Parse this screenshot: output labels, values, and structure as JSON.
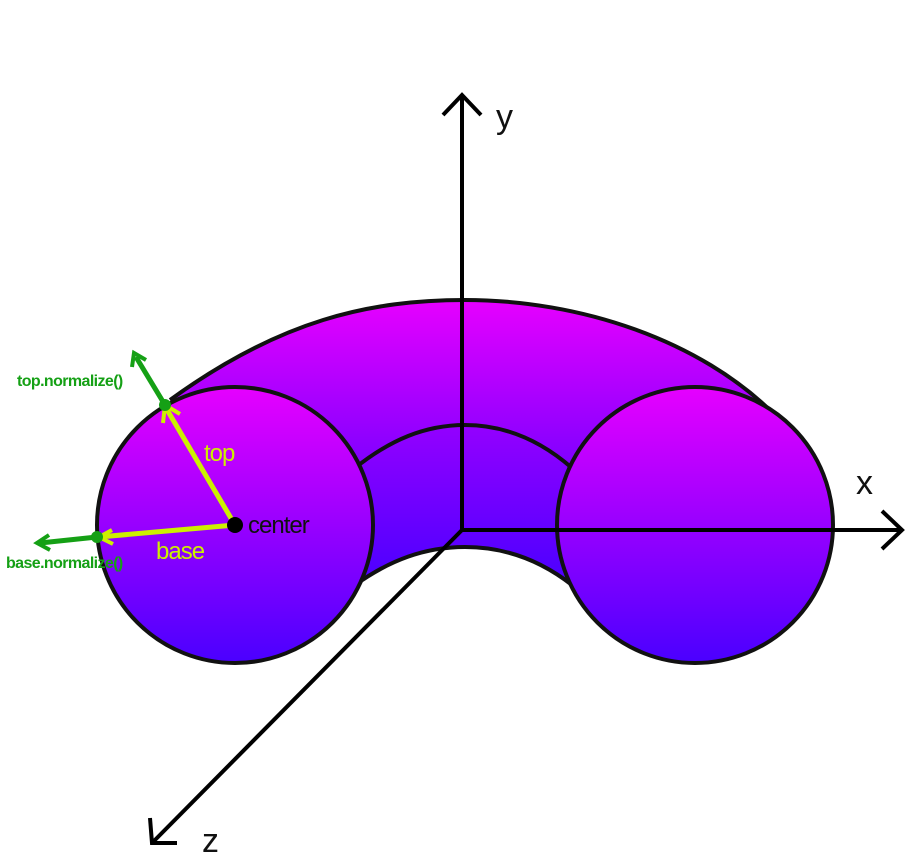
{
  "axes": {
    "x_label": "x",
    "y_label": "y",
    "z_label": "z"
  },
  "vectors": {
    "top_label": "top",
    "base_label": "base",
    "top_normalized_label": "top.normalize()",
    "base_normalized_label": "base.normalize()",
    "center_label": "center"
  },
  "colors": {
    "torus_top": "#e600ff",
    "torus_bottom": "#4a00ff",
    "vector": "#ccf000",
    "normalized": "#15a015",
    "axis": "#000000"
  }
}
